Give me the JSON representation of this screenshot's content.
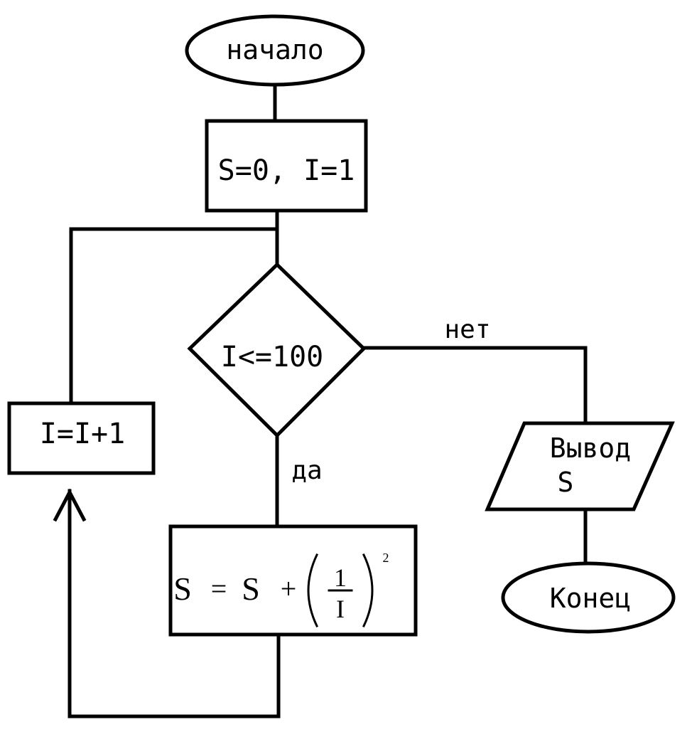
{
  "nodes": {
    "start": "начало",
    "init": "S=0, I=1",
    "condition": "I<=100",
    "increment": "I=I+1",
    "output_line1": "Вывод",
    "output_line2": "S",
    "end": "Конец"
  },
  "formula": {
    "lhs": "S",
    "eq": "=",
    "term": "S",
    "plus": "+",
    "numerator": "1",
    "denominator": "I",
    "exponent": "2"
  },
  "branches": {
    "yes": "да",
    "no": "нет"
  }
}
